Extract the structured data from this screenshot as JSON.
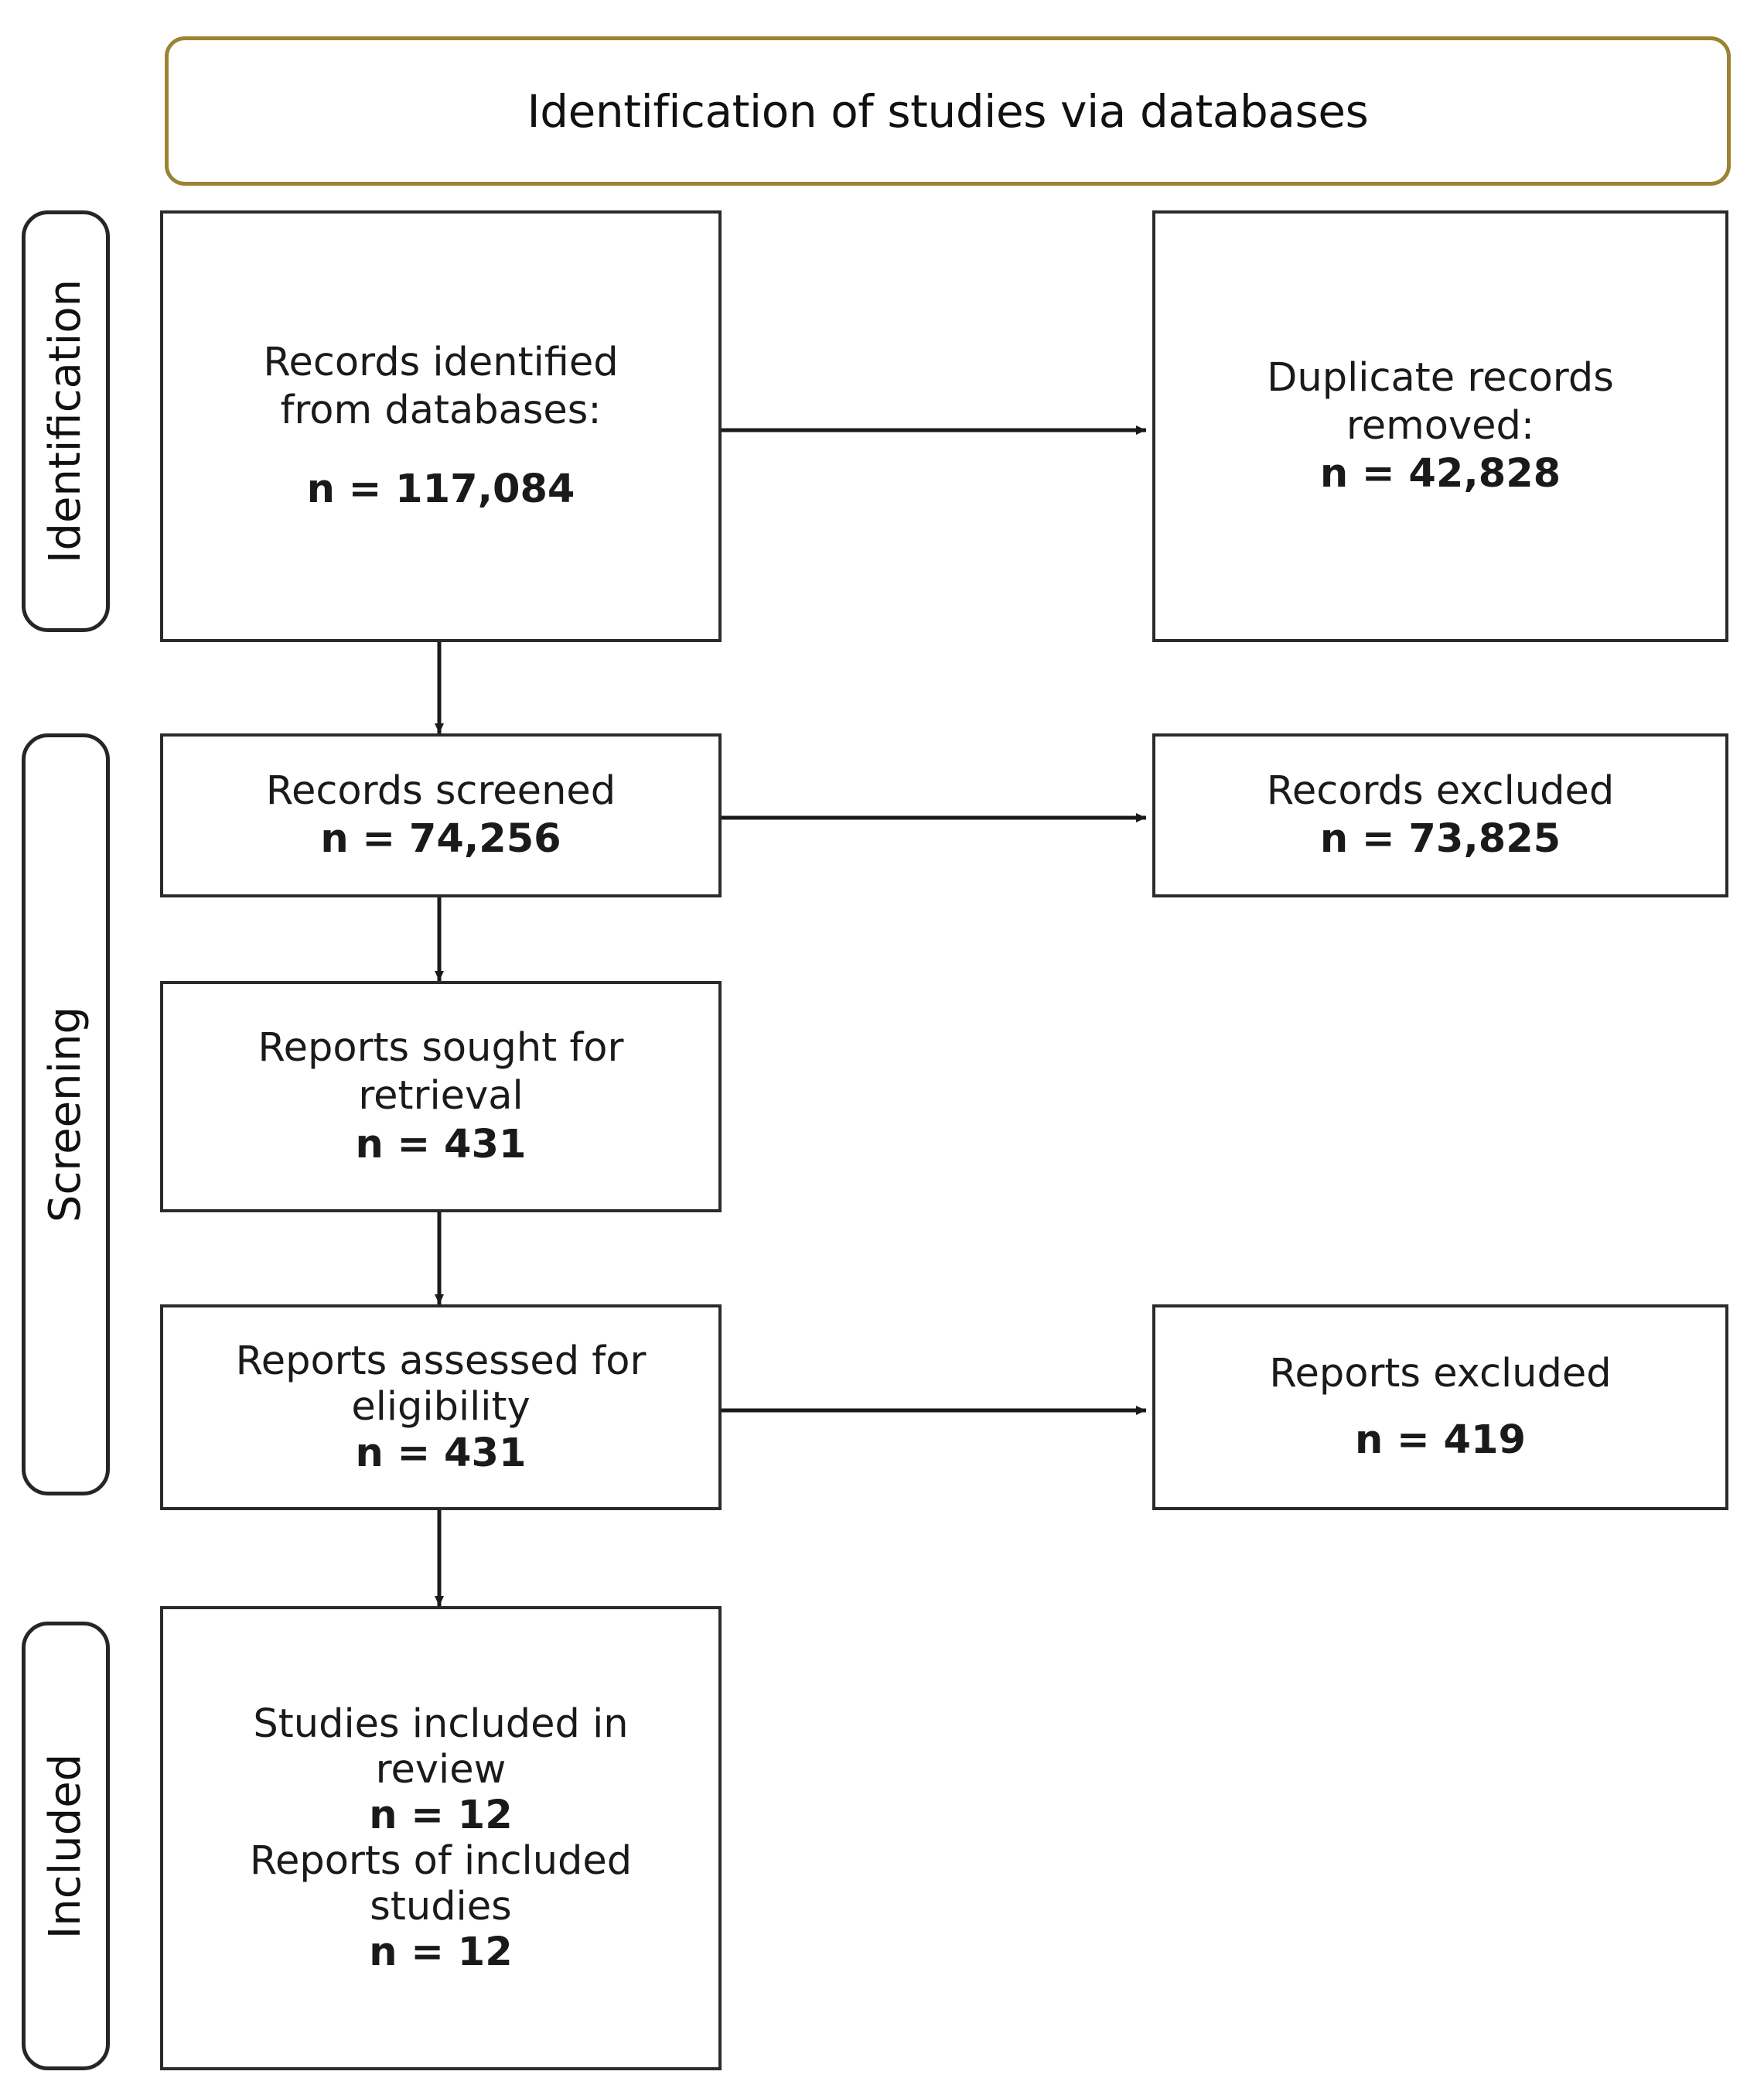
{
  "header": {
    "title": "Identification of studies via databases",
    "border_color": "#9c8333"
  },
  "phases": [
    {
      "name": "identification",
      "label": "Identification"
    },
    {
      "name": "screening",
      "label": "Screening"
    },
    {
      "name": "included",
      "label": "Included"
    }
  ],
  "boxes": {
    "records_identified": {
      "l1": "Records identified",
      "l2": "from databases:",
      "l3": "n = 117,084"
    },
    "duplicates_removed": {
      "l1": "Duplicate records",
      "l2": "removed:",
      "l3": "n = 42,828"
    },
    "records_screened": {
      "l1": "Records screened",
      "l2": "n = 74,256"
    },
    "records_excluded": {
      "l1": "Records excluded",
      "l2": "n = 73,825"
    },
    "reports_sought": {
      "l1": "Reports sought for",
      "l2": "retrieval",
      "l3": "n = 431"
    },
    "reports_assessed": {
      "l1": "Reports assessed  for",
      "l2": "eligibility",
      "l3": "n = 431"
    },
    "reports_excluded": {
      "l1": "Reports excluded",
      "l2": "n = 419"
    },
    "studies_included": {
      "l1": "Studies included in",
      "l2": "review",
      "l3": "n = 12",
      "l4": "Reports of included",
      "l5": "studies",
      "l6": "n = 12"
    }
  },
  "chart_data": {
    "type": "diagram",
    "title": "Identification of studies via databases",
    "diagram_kind": "PRISMA flow diagram",
    "stages": [
      {
        "phase": "Identification",
        "nodes": [
          {
            "label": "Records identified from databases:",
            "n": 117084
          },
          {
            "label": "Duplicate records removed:",
            "n": 42828
          }
        ]
      },
      {
        "phase": "Screening",
        "nodes": [
          {
            "label": "Records screened",
            "n": 74256
          },
          {
            "label": "Records excluded",
            "n": 73825
          },
          {
            "label": "Reports sought for retrieval",
            "n": 431
          },
          {
            "label": "Reports assessed for eligibility",
            "n": 431
          },
          {
            "label": "Reports excluded",
            "n": 419
          }
        ]
      },
      {
        "phase": "Included",
        "nodes": [
          {
            "label": "Studies included in review",
            "n": 12
          },
          {
            "label": "Reports of included studies",
            "n": 12
          }
        ]
      }
    ],
    "edges": [
      {
        "from": "Records identified from databases",
        "to": "Duplicate records removed",
        "direction": "right"
      },
      {
        "from": "Records identified from databases",
        "to": "Records screened",
        "direction": "down"
      },
      {
        "from": "Records screened",
        "to": "Records excluded",
        "direction": "right"
      },
      {
        "from": "Records screened",
        "to": "Reports sought for retrieval",
        "direction": "down"
      },
      {
        "from": "Reports sought for retrieval",
        "to": "Reports assessed for eligibility",
        "direction": "down"
      },
      {
        "from": "Reports assessed for eligibility",
        "to": "Reports excluded",
        "direction": "right"
      },
      {
        "from": "Reports assessed for eligibility",
        "to": "Studies included in review",
        "direction": "down"
      }
    ]
  }
}
